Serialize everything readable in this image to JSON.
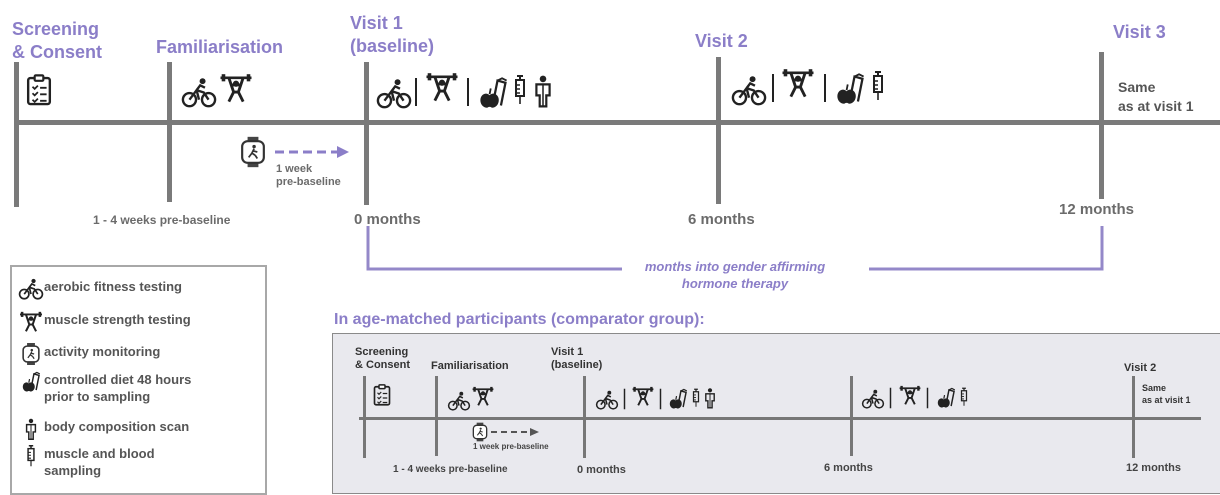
{
  "main": {
    "screening": "Screening\n& Consent",
    "familiarisation": "Familiarisation",
    "visit1": "Visit 1\n(baseline)",
    "visit2": "Visit 2",
    "visit3": "Visit 3",
    "same_as_visit1": "Same\nas at visit 1",
    "one_week": "1 week\npre-baseline",
    "weeks_pre": "1 - 4 weeks pre-baseline",
    "m0": "0 months",
    "m6": "6 months",
    "m12": "12 months",
    "bracket_label": "months into gender affirming\nhormone therapy"
  },
  "legend": {
    "items": [
      {
        "icon": "bicycle-icon",
        "label": "aerobic fitness testing"
      },
      {
        "icon": "weightlifter-icon",
        "label": "muscle strength testing"
      },
      {
        "icon": "smartwatch-icon",
        "label": "activity monitoring"
      },
      {
        "icon": "diet-icon",
        "label": "controlled diet 48 hours\nprior to sampling"
      },
      {
        "icon": "body-scan-icon",
        "label": "body composition scan"
      },
      {
        "icon": "syringe-icon",
        "label": "muscle and blood\nsampling"
      }
    ]
  },
  "comparator": {
    "heading": "In age-matched participants (comparator group):",
    "screening": "Screening\n& Consent",
    "familiarisation": "Familiarisation",
    "visit1": "Visit 1\n(baseline)",
    "visit2": "Visit 2",
    "same_as_visit1": "Same\nas at visit 1",
    "one_week": "1 week pre-baseline",
    "weeks_pre": "1 - 4 weeks pre-baseline",
    "m0": "0 months",
    "m6": "6 months",
    "m12": "12 months"
  },
  "colors": {
    "accent": "#8b7ec8",
    "line": "#7a7a7a",
    "text_grey": "#6b6b6b"
  }
}
